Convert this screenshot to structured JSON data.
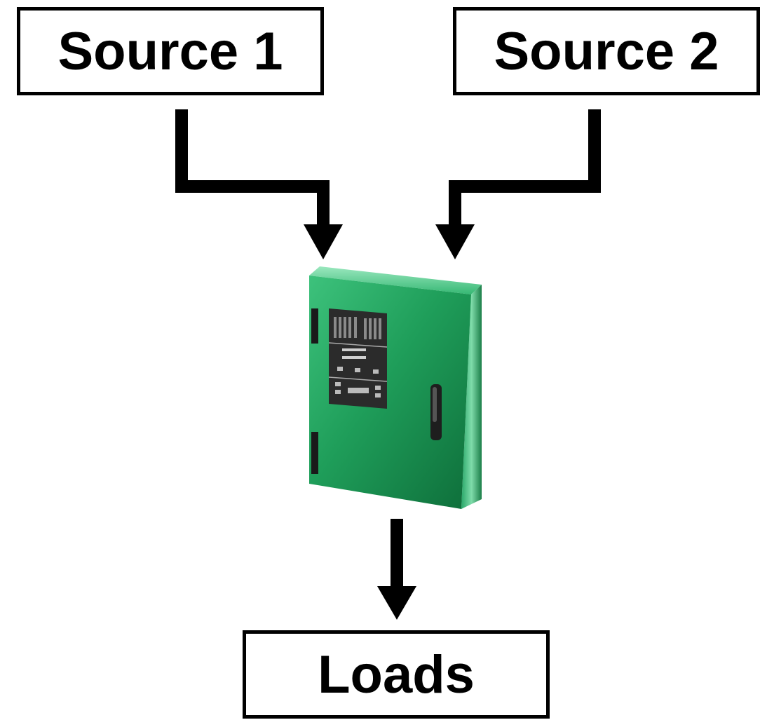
{
  "nodes": {
    "source1": "Source 1",
    "source2": "Source 2",
    "loads": "Loads"
  },
  "cabinet": {
    "icon": "transfer-switch-cabinet-icon",
    "body_color": "#1f9e5a",
    "panel_color": "#2b2b2b"
  },
  "edges": [
    {
      "from": "Source 1",
      "to": "transfer-switch-cabinet"
    },
    {
      "from": "Source 2",
      "to": "transfer-switch-cabinet"
    },
    {
      "from": "transfer-switch-cabinet",
      "to": "Loads"
    }
  ]
}
